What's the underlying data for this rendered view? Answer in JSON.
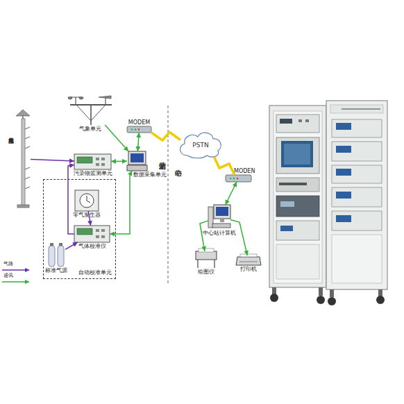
{
  "diagram": {
    "nodes": [
      {
        "text": [
          "空气采样单元"
        ]
      },
      {
        "text": [
          "气象单元"
        ]
      },
      {
        "text": [
          "污染物监测单元"
        ]
      },
      {
        "text": [
          "自动校准单元"
        ]
      },
      {
        "text": [
          "零气发生器"
        ],
        "in": 3
      },
      {
        "text": [
          "气体校准仪"
        ],
        "in": 3
      },
      {
        "text": [
          "标准气源"
        ],
        "in": 3
      },
      {
        "text": [
          "数据采集单元"
        ]
      },
      {
        "text": [
          "MODEM"
        ]
      },
      {
        "text": [
          "PSTN"
        ]
      },
      {
        "text": [
          "MODEN"
        ]
      },
      {
        "text": [
          "中心站计算机"
        ]
      },
      {
        "text": [
          "绘图仪"
        ]
      },
      {
        "text": [
          "打印机"
        ]
      }
    ],
    "edges": [
      {
        "from": 0,
        "to": 2,
        "arrow": "to"
      },
      {
        "from": 1,
        "to": 7,
        "arrow": "to"
      },
      {
        "from": 2,
        "to": 7,
        "arrow": "both"
      },
      {
        "from": 4,
        "to": 5,
        "arrow": "to"
      },
      {
        "from": 6,
        "to": 5,
        "arrow": "to"
      },
      {
        "from": 5,
        "to": 2,
        "arrow": "to"
      },
      {
        "from": 5,
        "to": 7,
        "arrow": "both"
      },
      {
        "from": 7,
        "to": 8,
        "arrow": "both"
      },
      {
        "from": 8,
        "to": 9,
        "arrow": "none"
      },
      {
        "from": 9,
        "to": 10,
        "arrow": "none"
      },
      {
        "from": 10,
        "to": 11,
        "arrow": "both"
      },
      {
        "from": 11,
        "to": 12,
        "arrow": "to"
      },
      {
        "from": 11,
        "to": 13,
        "arrow": "to"
      }
    ],
    "labels": [
      "监测子站",
      "中心站"
    ],
    "legend": [
      {
        "text": "气路"
      },
      {
        "text": "通讯"
      }
    ]
  }
}
